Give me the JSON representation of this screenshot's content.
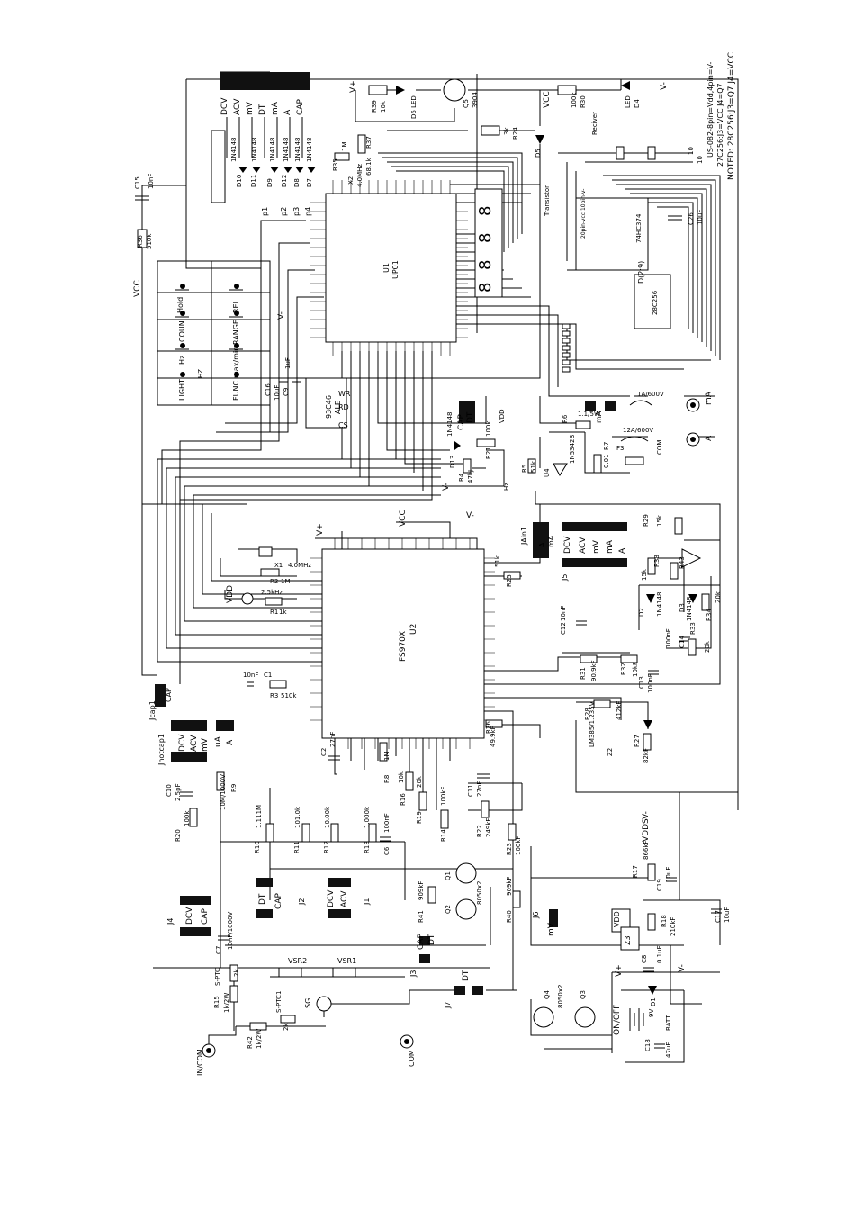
{
  "net_labels": {
    "vplus": "V+",
    "vminus": "V-",
    "vcc": "VCC",
    "vdd": "VDD",
    "vdds": "VDDS",
    "com": "COM",
    "in_com": "IN/COM",
    "ma": "mA",
    "a": "A"
  },
  "notes": {
    "noted": "NOTED: 28C256:J3=Q7  J4=VCC",
    "line2": "27C256:J3=VCC  J4=Q7",
    "line3": "US-082-8pin=Vdd,4pin=V-",
    "reciver": "Reciver",
    "transistor": "Transistor"
  },
  "chips": {
    "u1_ref": "U1",
    "u1_part": "UP01",
    "u2_ref": "U2",
    "u2_part": "FS970X",
    "eeprom": "93C46",
    "mem_part": "28C256",
    "latch": "74HC374",
    "mem_addr_label": "D(2:9)",
    "ic_20pin": "20pin-vcc 10pin-v-",
    "lm385": "LM385/1.235V",
    "z2": "Z2",
    "z3": "Z3",
    "u4": "U4"
  },
  "switches": {
    "hold": "Hold",
    "rel": "REL",
    "coun": "COUN",
    "range": "RANGE",
    "hz": "Hz",
    "maxmin": "max/min",
    "light": "LIGHT",
    "func": "FUNC"
  },
  "mode_header": [
    "DCV",
    "ACV",
    "mV",
    "DT",
    "mA",
    "A",
    "CAP"
  ],
  "diodes": {
    "part": "1N4148",
    "refs": [
      "D10",
      "D11",
      "D9",
      "D12",
      "D8",
      "D7"
    ]
  },
  "jumpers": {
    "jcap1": "Jcap1",
    "cap": "CAP",
    "jnotcap1": "Jnotcap1",
    "jnotcap_labels": [
      "DCV",
      "ACV",
      "mV"
    ],
    "ua": "uA",
    "a": "A",
    "j1": "J1",
    "j1_labels": [
      "DCV",
      "ACV"
    ],
    "j2": "J2",
    "j2_labels": [
      "DT",
      "CAP"
    ],
    "j3": "J3",
    "j3_labels": [
      "CAP",
      "DT"
    ],
    "j4": "J4",
    "j4_labels": [
      "DCV",
      "CAP"
    ],
    "j5": "J5",
    "j5_labels": [
      "DCV",
      "ACV",
      "mV",
      "mA",
      "A"
    ],
    "j6": "J6",
    "j6_label": "mV",
    "j7": "J7",
    "j7_label": "DT",
    "jain1": "JAin1",
    "jain_labels": [
      "A",
      "mA"
    ],
    "dt_cap": [
      "DT",
      "CAP"
    ]
  },
  "components": {
    "q5": "Q5",
    "q5_part": "3904",
    "r39": "R39",
    "r39_val": "10k",
    "d6": "D6 LED",
    "r30": "R30",
    "r30_val": "100k",
    "d4": "D4",
    "led": "LED",
    "r24": "R24",
    "r24_val": "3k",
    "d5": "D5",
    "c15": "C15",
    "c15_val": "10nF",
    "r36": "R36",
    "r36_val": "510k",
    "x2": "X2",
    "x2_val": "4.0MHz",
    "r35": "R35",
    "r35_val": "1M",
    "r37": "R37",
    "r37_val": "68.1k",
    "c26": "C26",
    "c26_val": "10uF",
    "c16": "C16",
    "c16_val": "10uF",
    "c9": "C9",
    "c9_val": "1uF",
    "d13": "D13",
    "r21": "R21",
    "r21_val": "100k",
    "r4": "R4",
    "r4_val": "47kJ",
    "r5": "R5",
    "r5_val": "51k",
    "r6": "R6",
    "r6_val": "1.1/5W",
    "r7": "R7",
    "r7_val": "0.01",
    "f1": "1A/600V",
    "f3": "F3",
    "f3_val": "12A/600V",
    "u4_part": "1N5342B",
    "x1": "X1",
    "x1_val": "4.0MHz",
    "r2": "R2",
    "r2_val": "1M",
    "r1": "R1",
    "r1_val": "1k",
    "osc": "2.5kHz",
    "c1": "C1",
    "c1_val": "10nF",
    "r3": "R3",
    "r3_val": "510k",
    "c2": "C2",
    "c2_val": "27nF",
    "r8": "R8",
    "r8_val": "1M",
    "r25": "R25",
    "r25_val": "51k",
    "r26": "R26",
    "r26_val": "49.9kF",
    "r28": "R28",
    "r28_val": "412kF",
    "r27": "R27",
    "r27_val": "82kF",
    "r29": "R29",
    "r29_val": "15k",
    "r38": "R38",
    "r38_val": "15k",
    "r43": "R43",
    "r34": "R34",
    "r34_val": "20k",
    "r33": "R33",
    "r33_val": "20k",
    "d2": "D2",
    "d3": "D3",
    "c12": "C12",
    "c12_val": "10nF",
    "c14": "C14",
    "c14_val": "100nF",
    "c13": "C13",
    "c13_val": "100nF",
    "r31": "R31",
    "r31_val": "90.9kF",
    "r32": "R32",
    "r32_val": "10kF",
    "c10": "C10",
    "c10_val": "2.5pF",
    "r9": "R9",
    "r9_val": "10M/1000V",
    "r20": "R20",
    "r20_val": "100k",
    "r10": "R10",
    "r10_val": "1.111M",
    "r11": "R11",
    "r11_val": "101.0k",
    "r12": "R12",
    "r12_val": "10.00k",
    "r13": "R13",
    "r13_val": "1.000k",
    "c6": "C6",
    "c6_val": "100nF",
    "r16": "R16",
    "r16_val": "10k",
    "r19": "R19",
    "r19_val": "20k",
    "r14": "R14",
    "r14_val": "100kF",
    "c11": "C11",
    "c11_val": "27nF",
    "r22": "R22",
    "r22_val": "249kF",
    "r23": "R23",
    "r23_val": "100kF",
    "r17": "R17",
    "r17_val": "866kF",
    "c19": "C19",
    "c19_val": "10uF",
    "c17": "C17",
    "c17_val": "10uF",
    "r18": "R18",
    "r18_val": "210kF",
    "c8": "C8",
    "c8_val": "0.1uF",
    "d1": "D1",
    "q1": "Q1",
    "q2": "Q2",
    "q12_part": "8050x2",
    "q3": "Q3",
    "q4": "Q4",
    "q34_part": "8050x2",
    "r41": "R41",
    "r41_val": "909kF",
    "r40": "R40",
    "r40_val": "909kF",
    "c7": "C7",
    "c7_val": "10nF/1000V",
    "sptc": "S-PTC",
    "sptc_val": "2k",
    "r15": "R15",
    "r15_val": "1k/2W",
    "sptc1": "S-PTC1",
    "sptc1_val": "2k",
    "r42": "R42",
    "r42_val": "1k/2W",
    "vsr1": "VSR1",
    "vsr2": "VSR2",
    "sg": "SG",
    "c18": "C18",
    "c18_val": "47uF",
    "batt": "BATT",
    "batt_val": "9V",
    "onoff": "ON/OFF",
    "hz_pin": "HZ"
  },
  "eeprom_pins": [
    "ALE",
    "WR",
    "RD",
    "CS"
  ]
}
